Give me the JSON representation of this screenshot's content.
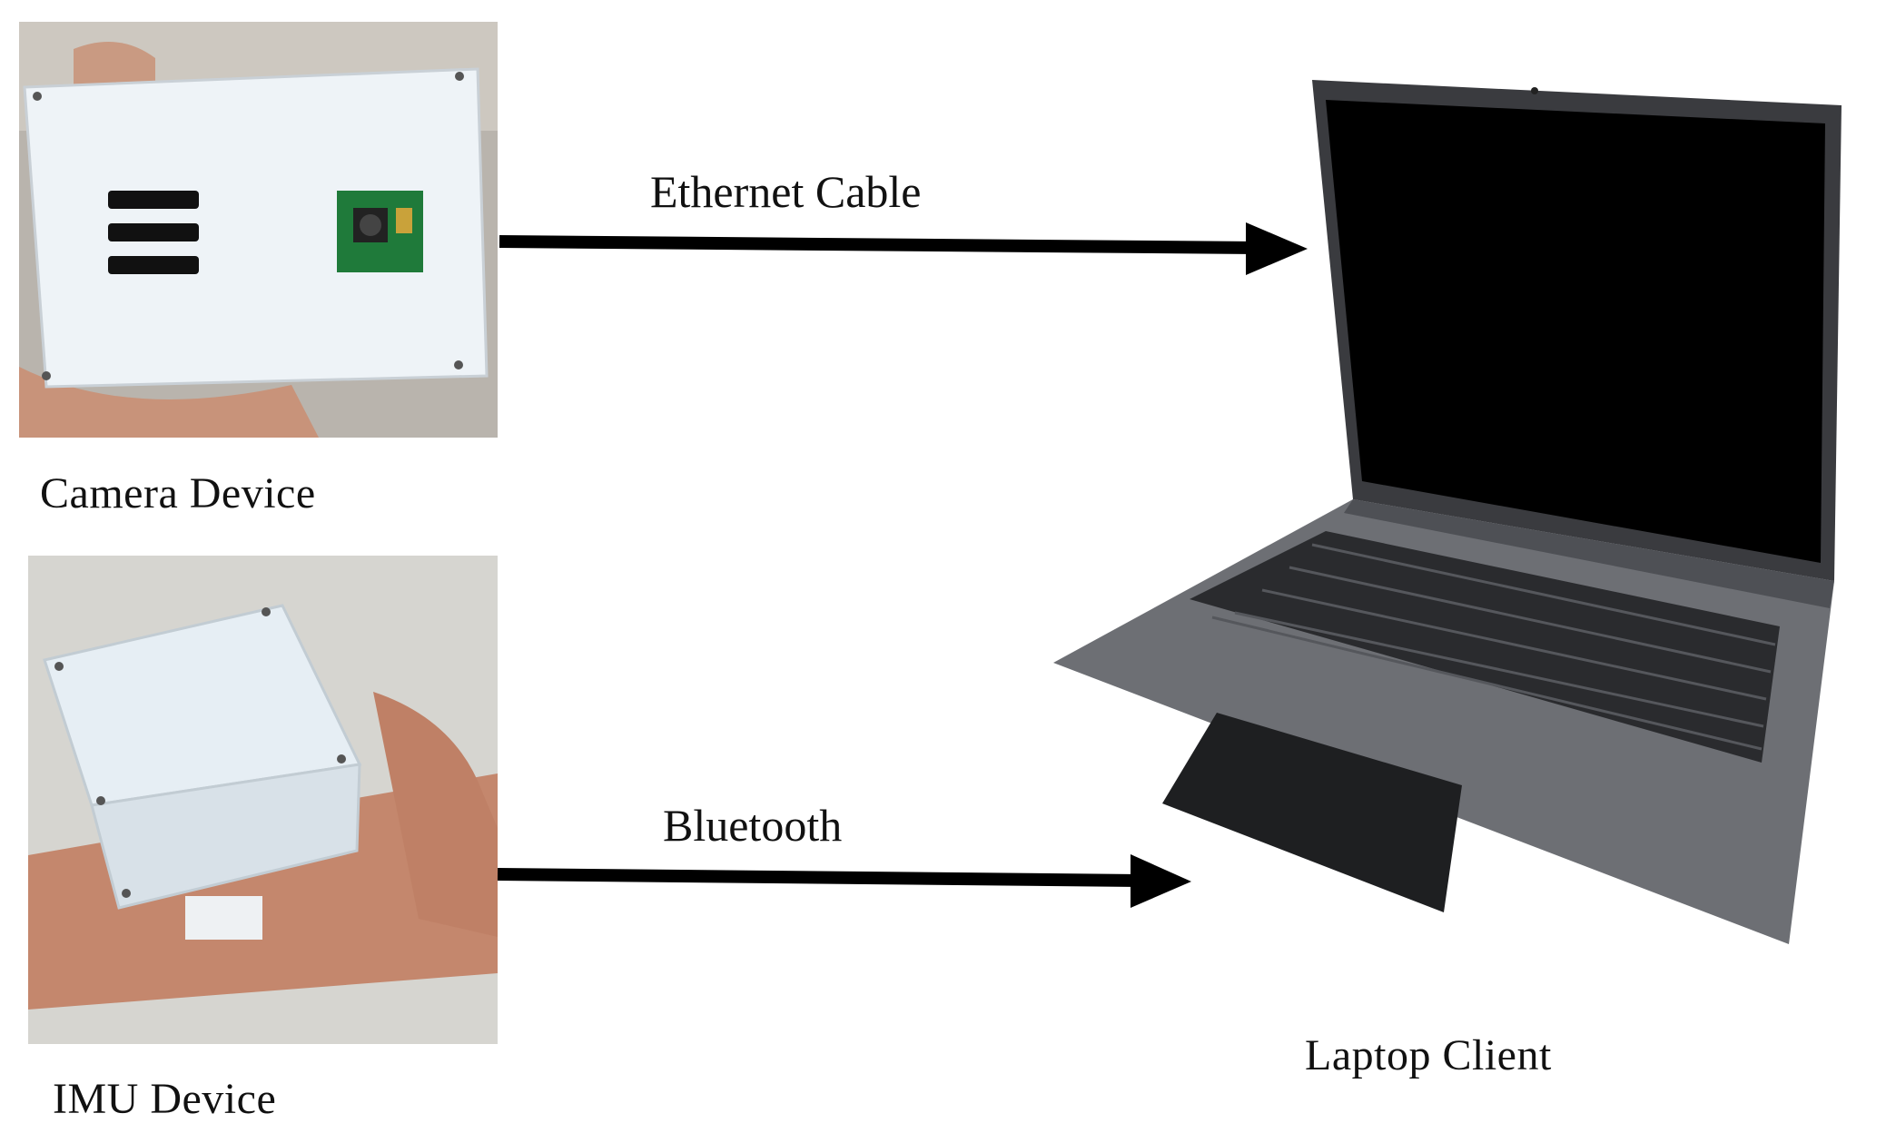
{
  "devices": {
    "camera": {
      "caption": "Camera Device"
    },
    "imu": {
      "caption": "IMU Device"
    },
    "laptop": {
      "caption": "Laptop Client"
    }
  },
  "links": {
    "ethernet": {
      "label": "Ethernet Cable"
    },
    "bluetooth": {
      "label": "Bluetooth"
    }
  },
  "colors": {
    "arrow": "#000000",
    "device_box": "#e9f0f5",
    "camera_module": "#1f7a3a",
    "laptop_body": "#6b6d72",
    "laptop_screen": "#000000"
  }
}
